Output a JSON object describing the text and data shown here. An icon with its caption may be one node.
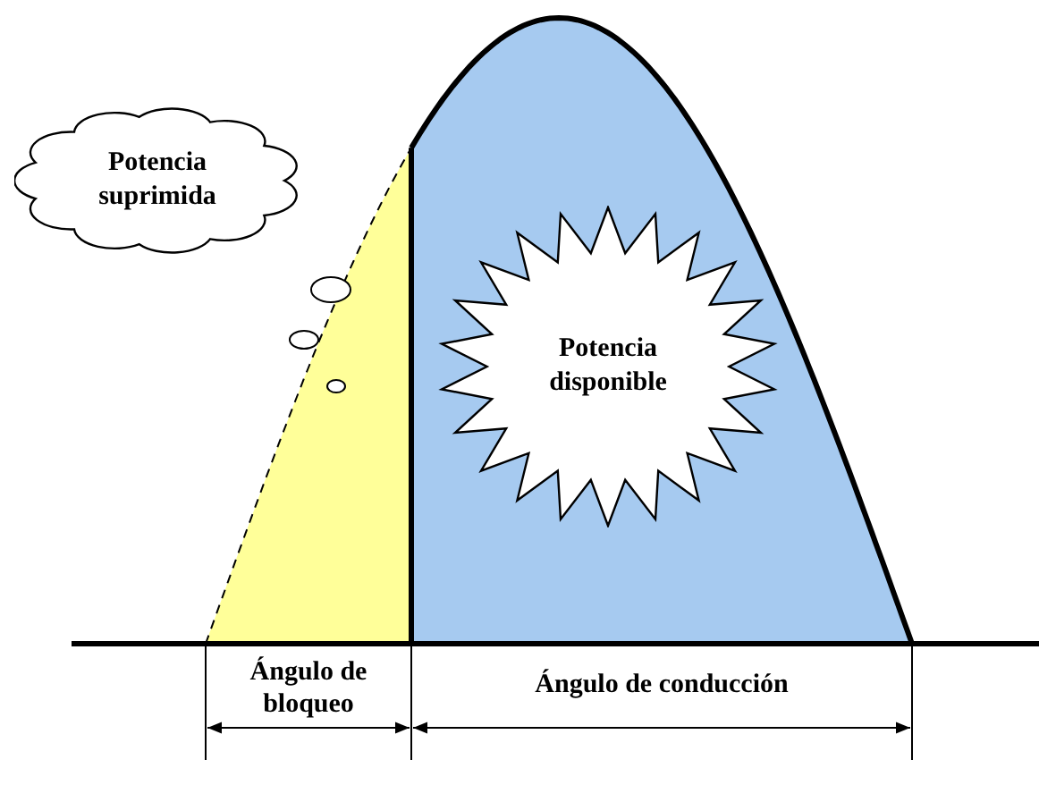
{
  "diagram": {
    "nodes": [
      {
        "text": [
          "Potencia suprimida"
        ]
      },
      {
        "text": [
          "Potencia disponible"
        ]
      }
    ],
    "labels": [
      "Ángulo de bloqueo",
      "Ángulo de conducción"
    ]
  }
}
